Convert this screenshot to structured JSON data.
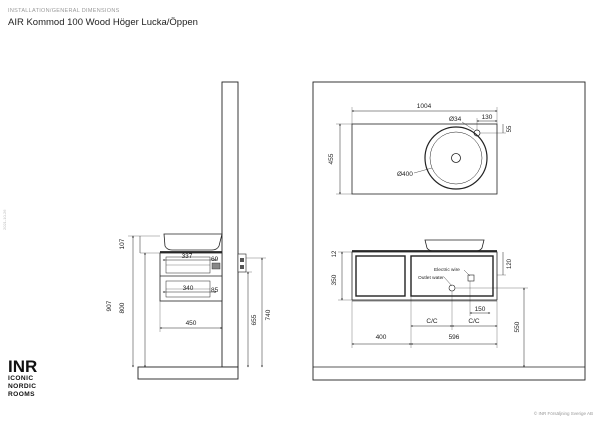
{
  "header": {
    "category": "INSTALLATION/GENERAL DIMENSIONS",
    "title": "AIR Kommod 100 Wood Höger Lucka/Öppen"
  },
  "logo": {
    "mark": "INR",
    "line1": "ICONIC",
    "line2": "NORDIC",
    "line3": "ROOMS"
  },
  "side_code": "2021-10-26",
  "footer": {
    "copyright": "© INR Försäljning Sverige AB"
  },
  "side_view": {
    "dim_907": "907",
    "dim_800": "800",
    "dim_107": "107",
    "dim_337": "337",
    "dim_340": "340",
    "dim_69": "69",
    "dim_85": "85",
    "dim_450": "450",
    "dim_655": "655",
    "dim_740": "740"
  },
  "top_view": {
    "dim_1004": "1004",
    "dim_34": "Ø34",
    "dim_130": "130",
    "dim_55": "55",
    "dim_455": "455",
    "dim_400": "Ø400"
  },
  "front_view": {
    "dim_12": "12",
    "dim_120": "120",
    "dim_350": "350",
    "label_electric": "Electric wire",
    "label_outlet": "Outlet water",
    "dim_150": "150",
    "dim_cc1": "C/C",
    "dim_cc2": "C/C",
    "dim_400b": "400",
    "dim_596": "596",
    "dim_550": "550"
  }
}
